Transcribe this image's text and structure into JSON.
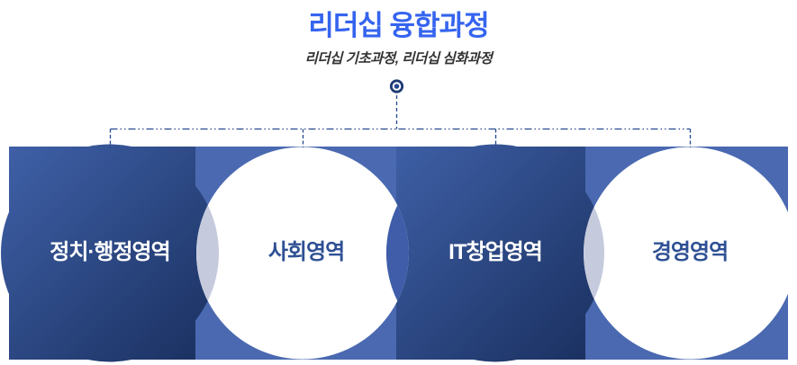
{
  "header": {
    "title": "리더십 융합과정",
    "subtitle": "리더십 기초과정, 리더십 심화과정"
  },
  "diagram": {
    "nodes": [
      {
        "label": "정치·행정영역",
        "style": "dark-pillow"
      },
      {
        "label": "사회영역",
        "style": "white-circle"
      },
      {
        "label": "IT창업영역",
        "style": "dark-pillow"
      },
      {
        "label": "경영영역",
        "style": "white-circle"
      }
    ],
    "icons": {
      "connector_dot": "bullseye-dot-icon"
    },
    "colors": {
      "title_blue": "#3564ef",
      "subtitle_gray": "#333333",
      "connector_navy": "#24488f",
      "strip_blue": "#4a69b1",
      "pillow_gradient_start": "#3f60a7",
      "pillow_gradient_end": "#192f5e",
      "circle_white": "#ffffff",
      "overlap_lens_gray": "#c5cadd",
      "overlap_lens_blue": "#3f5da9",
      "label_on_dark": "#ffffff",
      "label_on_light": "#2f5094"
    }
  }
}
